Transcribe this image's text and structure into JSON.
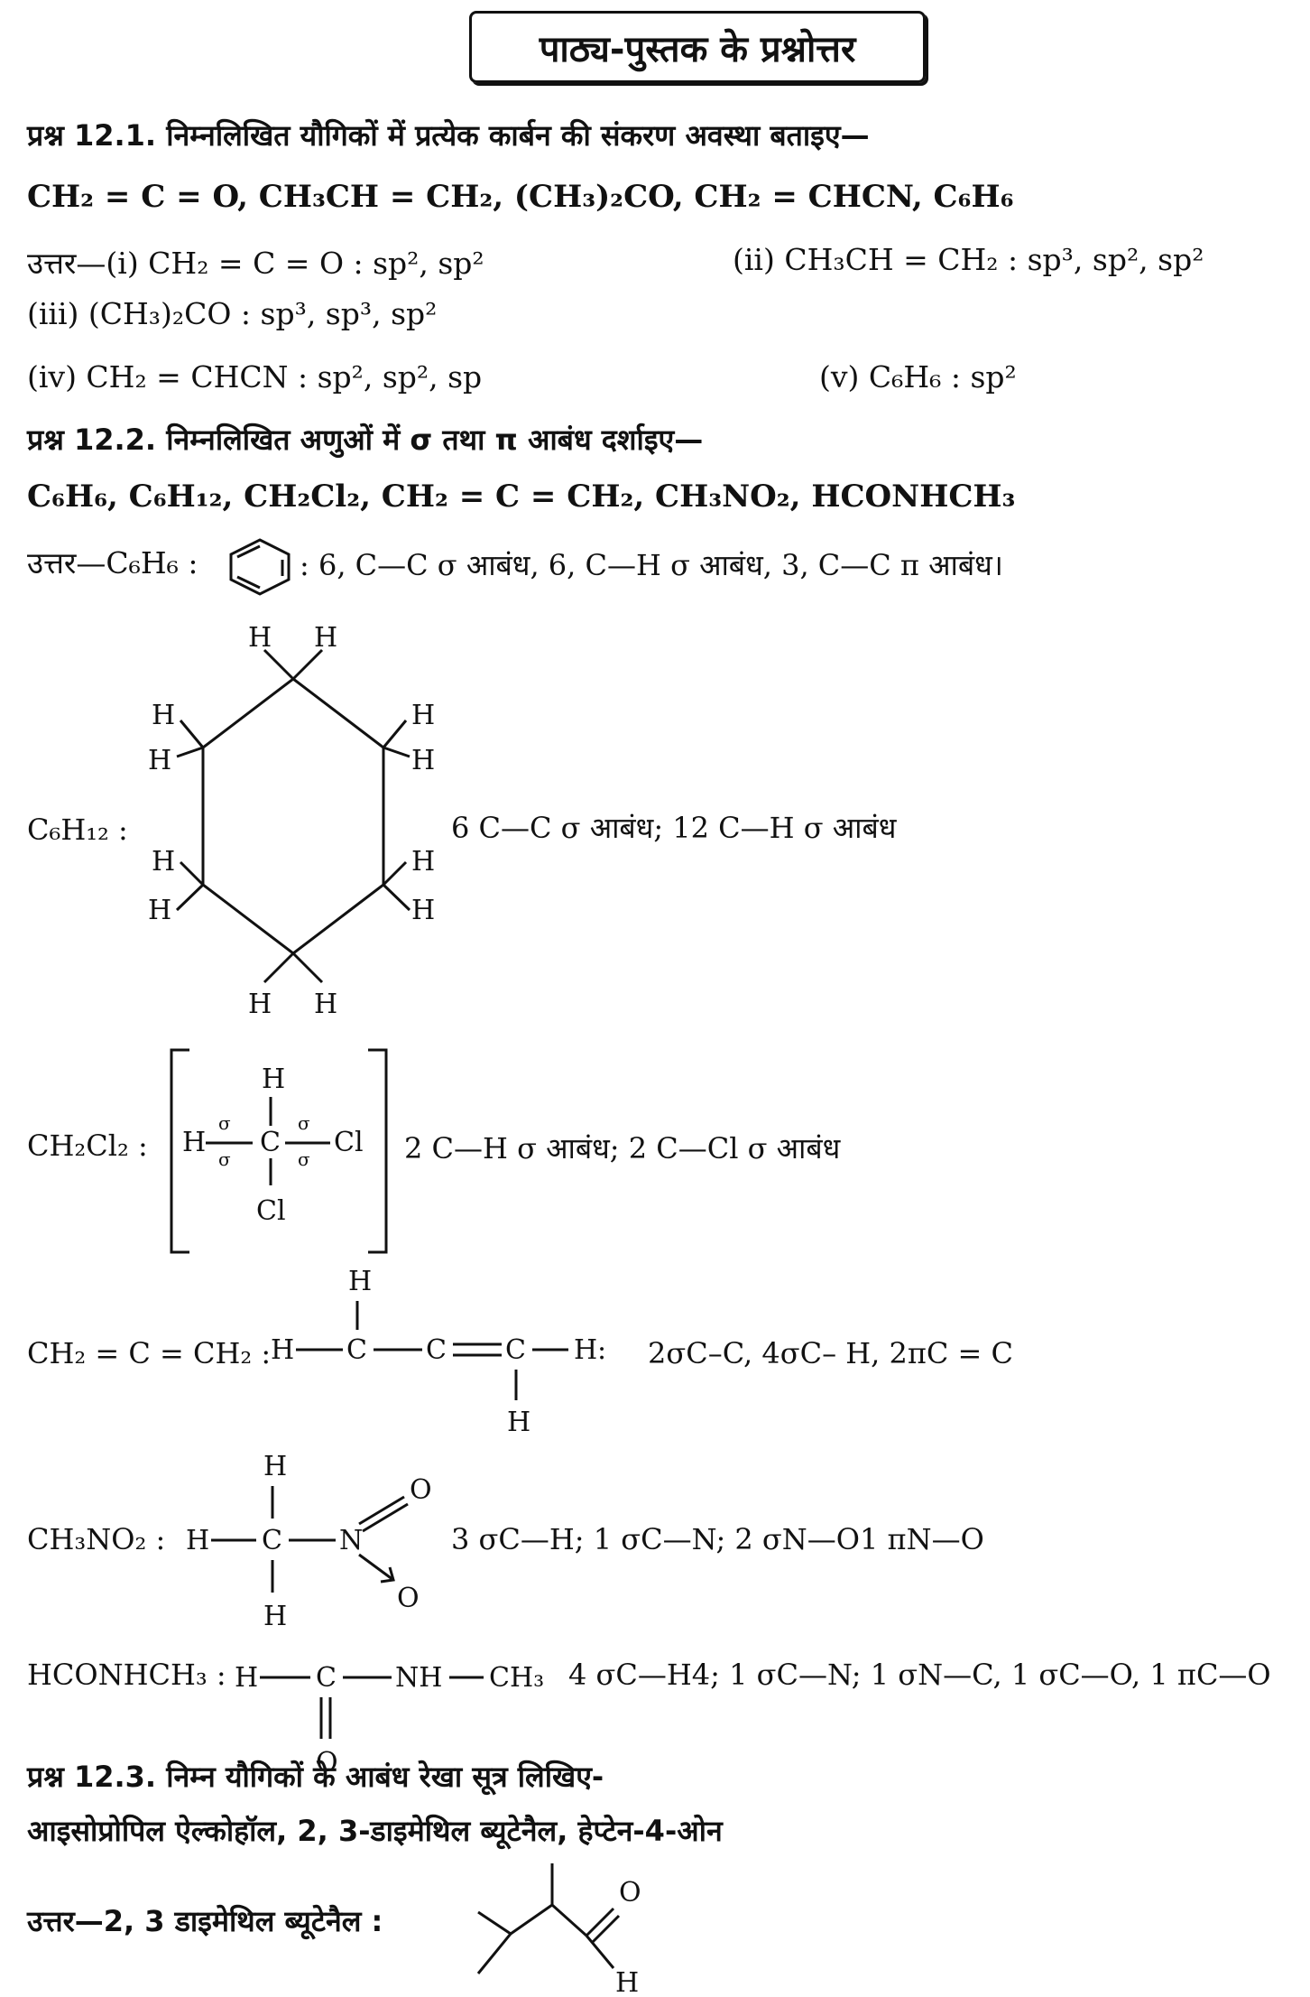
{
  "header": {
    "title": "पाठ्य-पुस्तक के प्रश्नोत्तर"
  },
  "q121": {
    "question": "प्रश्न 12.1. निम्नलिखित यौगिकों में प्रत्येक कार्बन की संकरण अवस्था बताइए—",
    "compounds": "CH₂ = C = O, CH₃CH = CH₂, (CH₃)₂CO, CH₂ = CHCN, C₆H₆",
    "answer_i": "उत्तर—(i) CH₂ = C = O : sp², sp²",
    "answer_ii": "(ii) CH₃CH = CH₂ : sp³, sp², sp²",
    "answer_iii": "(iii) (CH₃)₂CO : sp³, sp³, sp²",
    "answer_iv": "(iv) CH₂ = CHCN : sp², sp², sp",
    "answer_v": "(v) C₆H₆ : sp²"
  },
  "q122": {
    "question": "प्रश्न 12.2. निम्नलिखित अणुओं में σ तथा π आबंध दर्शाइए—",
    "compounds": "C₆H₆, C₆H₁₂, CH₂Cl₂, CH₂ = C = CH₂, CH₃NO₂, HCONHCH₃",
    "benzene_label": "उत्तर—C₆H₆ :",
    "benzene_bonds": ": 6, C—C σ आबंध, 6, C—H σ आबंध, 3, C—C π आबंध।",
    "cyclohexane_label": "C₆H₁₂ :",
    "cyclohexane_bonds": "6 C—C σ आबंध; 12 C—H σ आबंध",
    "ch2cl2_label": "CH₂Cl₂ :",
    "ch2cl2_bonds": "2 C—H σ आबंध; 2 C—Cl σ आबंध",
    "allene_label": "CH₂ = C = CH₂ :",
    "allene_bonds": "2σC–C, 4σC– H, 2πC = C",
    "nitro_label": "CH₃NO₂ :",
    "nitro_bonds": "3 σC—H; 1 σC—N; 2 σN—O1 πN—O",
    "formamide_label": "HCONHCH₃ :",
    "formamide_bonds": "4 σC—H4; 1 σC—N; 1 σN—C, 1 σC—O, 1 πC—O"
  },
  "q123": {
    "question": "प्रश्न 12.3. निम्न यौगिकों के आबंध रेखा सूत्र लिखिए-",
    "compounds": "आइसोप्रोपिल ऐल्कोहॉल, 2, 3-डाइमेथिल ब्यूटेनैल, हेप्टेन-4-ओन",
    "answer": "उत्तर—2, 3 डाइमेथिल ब्यूटेनैल :"
  },
  "atoms": {
    "H": "H",
    "C": "C",
    "N": "N",
    "O": "O",
    "Cl": "Cl",
    "sigma": "σ",
    "NH": "NH",
    "CH3": "CH₃"
  }
}
